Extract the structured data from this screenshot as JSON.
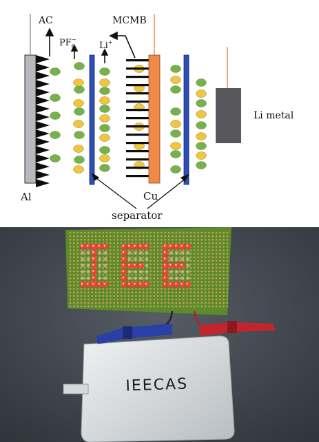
{
  "diagram": {
    "labels": {
      "ac": "AC",
      "pf6": "PF",
      "pf6_sub": "6",
      "pf6_sup": "−",
      "mcmb": "MCMB",
      "li_ion": "Li",
      "li_ion_sup": "+",
      "li_metal": "Li metal",
      "al": "Al",
      "cu": "Cu",
      "separator": "separator"
    },
    "colors": {
      "al_electrode": "#b8b8be",
      "cu_electrode": "#ef8a48",
      "separator": "#2b4fb8",
      "li_ion": "#f1c63c",
      "anion": "#74b24a",
      "li_metal": "#58585c",
      "tab_wire": "#ef8a48"
    }
  },
  "photo": {
    "cell_label": "IEECAS",
    "led_text": "IEE",
    "colors": {
      "background": "#3e444c",
      "pcb": "#5d8a2a",
      "led_on": "#ff3b34",
      "pouch": "#d9dde0",
      "clip_blue": "#2a3fa8",
      "clip_red": "#c4242c"
    }
  }
}
